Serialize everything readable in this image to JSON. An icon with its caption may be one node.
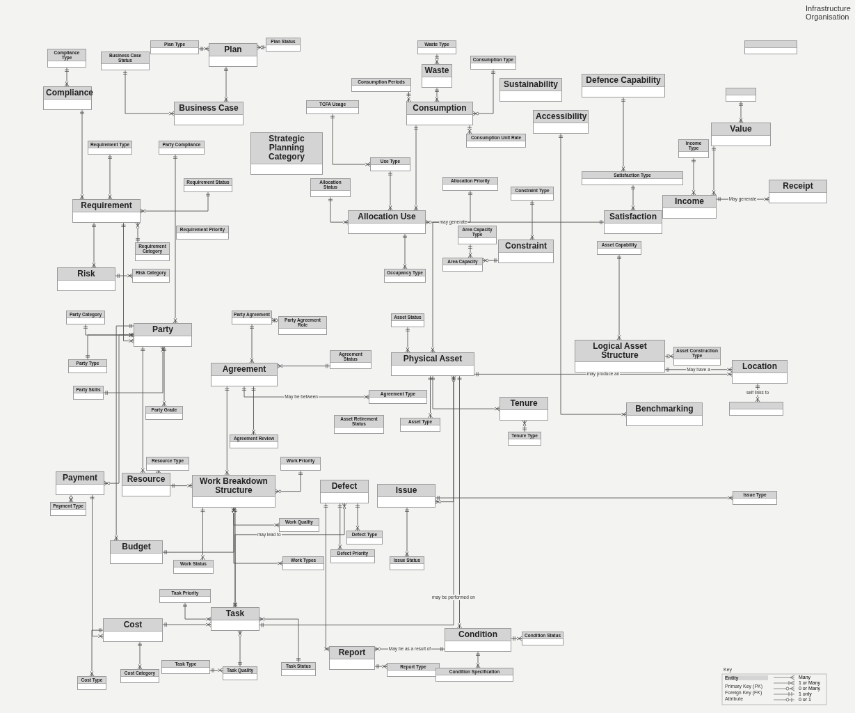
{
  "diagram": {
    "nodes": [
      {
        "text": [
          "Compliance Type"
        ]
      },
      {
        "text": [
          "Business Case Status"
        ]
      },
      {
        "text": [
          "Plan Type"
        ]
      },
      {
        "text": [
          "Plan"
        ]
      },
      {
        "text": [
          "Plan Status"
        ]
      },
      {
        "text": [
          "Compliance"
        ]
      },
      {
        "text": [
          "Business Case"
        ]
      },
      {
        "text": [
          "Waste Type"
        ]
      },
      {
        "text": [
          "Waste"
        ]
      },
      {
        "text": [
          "Consumption Type"
        ]
      },
      {
        "text": [
          "Consumption Periods"
        ]
      },
      {
        "text": [
          "TCFA Usage"
        ]
      },
      {
        "text": [
          "Consumption"
        ]
      },
      {
        "text": [
          "Sustainability"
        ]
      },
      {
        "text": [
          "Defence Capability"
        ]
      },
      {
        "text": [
          "Accessibility"
        ]
      },
      {
        "text": [
          "Consumption Unit Rate"
        ]
      },
      {
        "text": [
          "Strategic Planning Category"
        ]
      },
      {
        "text": [
          "Requirement Type"
        ]
      },
      {
        "text": [
          "Party Compliance"
        ]
      },
      {
        "text": [
          "Use Type"
        ]
      },
      {
        "text": [
          "Requirement Status"
        ]
      },
      {
        "text": [
          "Allocation Status"
        ]
      },
      {
        "text": [
          "Allocation Priority"
        ]
      },
      {
        "text": [
          "Constraint Type"
        ]
      },
      {
        "text": [
          "Satisfaction Type"
        ]
      },
      {
        "text": [
          "Income Type"
        ]
      },
      {
        "text": [
          "Value"
        ]
      },
      {
        "text": [
          "Requirement"
        ]
      },
      {
        "text": [
          "Requirement Priority"
        ]
      },
      {
        "text": [
          "Allocation Use"
        ]
      },
      {
        "text": [
          "Area Capacity Type"
        ]
      },
      {
        "text": [
          "Constraint"
        ]
      },
      {
        "text": [
          "Satisfaction"
        ]
      },
      {
        "text": [
          "Income"
        ]
      },
      {
        "text": [
          "Receipt"
        ]
      },
      {
        "text": [
          "Requirement Category"
        ]
      },
      {
        "text": [
          "Risk Category"
        ]
      },
      {
        "text": [
          "Risk"
        ]
      },
      {
        "text": [
          "Occupancy Type"
        ]
      },
      {
        "text": [
          "Area Capacity"
        ]
      },
      {
        "text": [
          "Asset Capability"
        ]
      },
      {
        "text": [
          "Party Category"
        ]
      },
      {
        "text": [
          "Party Agreement"
        ]
      },
      {
        "text": [
          "Party Agreement Role"
        ]
      },
      {
        "text": [
          "Asset Status"
        ]
      },
      {
        "text": [
          "Party"
        ]
      },
      {
        "text": [
          "Agreement Status"
        ]
      },
      {
        "text": [
          "Physical Asset"
        ]
      },
      {
        "text": [
          "Logical Asset Structure"
        ]
      },
      {
        "text": [
          "Asset Construction Type"
        ]
      },
      {
        "text": [
          "Location"
        ]
      },
      {
        "text": [
          "Party Type"
        ]
      },
      {
        "text": [
          "Party Skills"
        ]
      },
      {
        "text": [
          "Agreement"
        ]
      },
      {
        "text": [
          "Party Grade"
        ]
      },
      {
        "text": [
          "Agreement Type"
        ]
      },
      {
        "text": [
          "Asset Retirement Status"
        ]
      },
      {
        "text": [
          "Asset Type"
        ]
      },
      {
        "text": [
          "Tenure"
        ]
      },
      {
        "text": [
          "Tenure Type"
        ]
      },
      {
        "text": [
          "Benchmarking"
        ]
      },
      {
        "text": [],
        "shape": "box"
      },
      {
        "text": [
          "Agreement Review"
        ]
      },
      {
        "text": [
          "Resource Type"
        ]
      },
      {
        "text": [
          "Resource"
        ]
      },
      {
        "text": [
          "Work Breakdown Structure"
        ]
      },
      {
        "text": [
          "Work Priority"
        ]
      },
      {
        "text": [
          "Payment"
        ]
      },
      {
        "text": [
          "Payment Type"
        ]
      },
      {
        "text": [
          "Defect"
        ]
      },
      {
        "text": [
          "Issue"
        ]
      },
      {
        "text": [
          "Issue Type"
        ]
      },
      {
        "text": [
          "Work Quality"
        ]
      },
      {
        "text": [
          "Defect Type"
        ]
      },
      {
        "text": [
          "Budget"
        ]
      },
      {
        "text": [
          "Work Status"
        ]
      },
      {
        "text": [
          "Defect Priority"
        ]
      },
      {
        "text": [
          "Issue Status"
        ]
      },
      {
        "text": [
          "Work Types"
        ]
      },
      {
        "text": [
          "Task Priority"
        ]
      },
      {
        "text": [
          "Task"
        ]
      },
      {
        "text": [
          "Cost"
        ]
      },
      {
        "text": [
          "Condition"
        ]
      },
      {
        "text": [
          "Condition Status"
        ]
      },
      {
        "text": [
          "Report"
        ]
      },
      {
        "text": [
          "Task Type"
        ]
      },
      {
        "text": [
          "Task Quality"
        ]
      },
      {
        "text": [
          "Task Status"
        ]
      },
      {
        "text": [
          "Report Type"
        ]
      },
      {
        "text": [
          "Condition Specification"
        ]
      },
      {
        "text": [
          "Cost Type"
        ]
      },
      {
        "text": [
          "Cost Category"
        ]
      },
      {
        "text": [],
        "shape": "box"
      },
      {
        "text": [],
        "shape": "box"
      }
    ],
    "edges": [
      {
        "from": 0,
        "to": 5,
        "arrow": "other"
      },
      {
        "from": 2,
        "to": 3,
        "arrow": "other"
      },
      {
        "from": 4,
        "to": 3,
        "arrow": "other"
      },
      {
        "from": 3,
        "to": 6,
        "arrow": "other"
      },
      {
        "from": 1,
        "to": 6,
        "arrow": "other"
      },
      {
        "from": 5,
        "to": 28,
        "arrow": "other"
      },
      {
        "from": 19,
        "to": 46,
        "arrow": "other"
      },
      {
        "from": 18,
        "to": 28,
        "arrow": "other"
      },
      {
        "from": 21,
        "to": 28,
        "arrow": "other"
      },
      {
        "from": 28,
        "to": 38,
        "arrow": "other"
      },
      {
        "from": 36,
        "to": 28,
        "arrow": "other"
      },
      {
        "from": 38,
        "to": 37,
        "arrow": "other"
      },
      {
        "from": 7,
        "to": 8,
        "arrow": "other"
      },
      {
        "from": 8,
        "to": 12,
        "arrow": "other"
      },
      {
        "from": 9,
        "to": 12,
        "arrow": "other"
      },
      {
        "from": 10,
        "to": 12,
        "arrow": "other"
      },
      {
        "from": 11,
        "to": 20,
        "arrow": "other"
      },
      {
        "from": 12,
        "to": 16,
        "arrow": "other"
      },
      {
        "from": 12,
        "to": 30,
        "arrow": "other"
      },
      {
        "from": 20,
        "to": 30,
        "arrow": "other"
      },
      {
        "from": 22,
        "to": 30,
        "arrow": "other"
      },
      {
        "from": 23,
        "to": 30,
        "arrow": "other"
      },
      {
        "from": 30,
        "to": 39,
        "arrow": "other"
      },
      {
        "from": 31,
        "to": 40,
        "arrow": "other"
      },
      {
        "from": 24,
        "to": 32,
        "arrow": "other"
      },
      {
        "from": 32,
        "to": 40,
        "arrow": "other"
      },
      {
        "from": 14,
        "to": 25,
        "arrow": "other"
      },
      {
        "from": 25,
        "to": 33,
        "arrow": "other"
      },
      {
        "from": 26,
        "to": 34,
        "arrow": "other"
      },
      {
        "from": 34,
        "to": 35,
        "arrow": "other",
        "label": "May generate"
      },
      {
        "from": 33,
        "to": 48,
        "arrow": "other",
        "label": "may generate"
      },
      {
        "from": 41,
        "to": 49,
        "arrow": "other"
      },
      {
        "from": 45,
        "to": 48,
        "arrow": "other"
      },
      {
        "from": 48,
        "to": 58,
        "arrow": "other"
      },
      {
        "from": 48,
        "to": 59,
        "arrow": "other"
      },
      {
        "from": 60,
        "to": 59,
        "arrow": "other"
      },
      {
        "from": 49,
        "to": 50,
        "arrow": "other"
      },
      {
        "from": 49,
        "to": 51,
        "arrow": "other",
        "label": "May have a"
      },
      {
        "from": 48,
        "to": 51,
        "arrow": "other",
        "label": "may produce an"
      },
      {
        "from": 51,
        "to": 62,
        "arrow": "other",
        "label": "self links to"
      },
      {
        "from": 15,
        "to": 61,
        "arrow": "other"
      },
      {
        "from": 42,
        "to": 46,
        "arrow": "other"
      },
      {
        "from": 52,
        "to": 46,
        "arrow": "other"
      },
      {
        "from": 53,
        "to": 46,
        "arrow": "other"
      },
      {
        "from": 46,
        "to": 55,
        "arrow": "other"
      },
      {
        "from": 43,
        "to": 54,
        "arrow": "other"
      },
      {
        "from": 44,
        "to": 43,
        "arrow": "other"
      },
      {
        "from": 47,
        "to": 54,
        "arrow": "other"
      },
      {
        "from": 54,
        "to": 56,
        "arrow": "other",
        "label": "May be between"
      },
      {
        "from": 54,
        "to": 63,
        "arrow": "other"
      },
      {
        "from": 54,
        "to": 66,
        "arrow": "other"
      },
      {
        "from": 64,
        "to": 65,
        "arrow": "other"
      },
      {
        "from": 65,
        "to": 66,
        "arrow": "other"
      },
      {
        "from": 67,
        "to": 66,
        "arrow": "other"
      },
      {
        "from": 66,
        "to": 73,
        "arrow": "other"
      },
      {
        "from": 66,
        "to": 76,
        "arrow": "other"
      },
      {
        "from": 66,
        "to": 79,
        "arrow": "other"
      },
      {
        "from": 66,
        "to": 81,
        "arrow": "other"
      },
      {
        "from": 68,
        "to": 69,
        "arrow": "other"
      },
      {
        "from": 68,
        "to": 82,
        "arrow": "other"
      },
      {
        "from": 75,
        "to": 66,
        "arrow": "other"
      },
      {
        "from": 82,
        "to": 81,
        "arrow": "other"
      },
      {
        "from": 80,
        "to": 81,
        "arrow": "other"
      },
      {
        "from": 86,
        "to": 87,
        "arrow": "other"
      },
      {
        "from": 87,
        "to": 81,
        "arrow": "other"
      },
      {
        "from": 88,
        "to": 81,
        "arrow": "other"
      },
      {
        "from": 82,
        "to": 91,
        "arrow": "other"
      },
      {
        "from": 82,
        "to": 92,
        "arrow": "other"
      },
      {
        "from": 81,
        "to": 48,
        "arrow": "other",
        "label": "may be performed on"
      },
      {
        "from": 81,
        "to": 70,
        "arrow": "other",
        "label": "may lead to"
      },
      {
        "from": 70,
        "to": 74,
        "arrow": "other"
      },
      {
        "from": 70,
        "to": 77,
        "arrow": "other"
      },
      {
        "from": 70,
        "to": 85,
        "arrow": "other"
      },
      {
        "from": 71,
        "to": 78,
        "arrow": "other"
      },
      {
        "from": 71,
        "to": 72,
        "arrow": "other"
      },
      {
        "from": 48,
        "to": 71,
        "arrow": "other"
      },
      {
        "from": 48,
        "to": 83,
        "arrow": "other"
      },
      {
        "from": 83,
        "to": 84,
        "arrow": "other"
      },
      {
        "from": 83,
        "to": 90,
        "arrow": "other"
      },
      {
        "from": 83,
        "to": 85,
        "arrow": "other",
        "label": "May be as a result of"
      },
      {
        "from": 85,
        "to": 89,
        "arrow": "other"
      },
      {
        "from": 46,
        "to": 65,
        "arrow": "other"
      },
      {
        "from": 46,
        "to": 75,
        "arrow": "other"
      },
      {
        "from": 46,
        "to": 68,
        "arrow": "other"
      },
      {
        "from": 28,
        "to": 46,
        "arrow": "other"
      },
      {
        "from": 94,
        "to": 27,
        "arrow": "other"
      },
      {
        "from": 27,
        "to": 34,
        "arrow": "other"
      }
    ],
    "labels": [
      "Infrastructure Organisation",
      "Key",
      "Entity",
      "Primary Key (PK)",
      "Foreign Key (FK)",
      "Attribute"
    ],
    "legend": [
      {
        "text": "Many"
      },
      {
        "text": "1 or Many"
      },
      {
        "text": "0 or Many"
      },
      {
        "text": "1 only"
      },
      {
        "text": "0 or 1"
      }
    ]
  }
}
